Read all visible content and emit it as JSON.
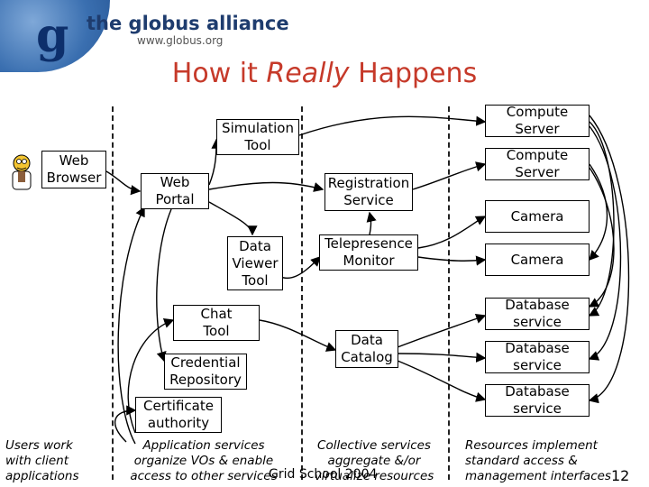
{
  "header": {
    "brand_name": "the globus alliance",
    "brand_url": "www.globus.org",
    "logo_letter": "g"
  },
  "title": {
    "prefix": "How it ",
    "emphasis": "Really",
    "suffix": " Happens"
  },
  "boxes": {
    "web_browser": "Web\nBrowser",
    "simulation_tool": "Simulation\nTool",
    "web_portal": "Web\nPortal",
    "registration_service": "Registration\nService",
    "data_viewer_tool": "Data\nViewer\nTool",
    "telepresence_monitor": "Telepresence\nMonitor",
    "chat_tool": "Chat\nTool",
    "credential_repository": "Credential\nRepository",
    "certificate_authority": "Certificate\nauthority",
    "data_catalog": "Data\nCatalog",
    "compute_server_1": "Compute\nServer",
    "compute_server_2": "Compute\nServer",
    "camera_1": "Camera",
    "camera_2": "Camera",
    "database_service_1": "Database\nservice",
    "database_service_2": "Database\nservice",
    "database_service_3": "Database\nservice"
  },
  "captions": {
    "users": "Users work\nwith client\napplications",
    "application_services": "Application services\norganize VOs & enable\naccess to other services",
    "collective_services": "Collective services\naggregate &/or\nvirtualize resources",
    "resources": "Resources implement\nstandard access &\nmanagement interfaces"
  },
  "footer": {
    "event": "Grid School 2004",
    "page_number": "12"
  },
  "colors": {
    "title": "#c63a2a",
    "brand": "#1e3c6e",
    "logo": "#3a6fb0"
  }
}
